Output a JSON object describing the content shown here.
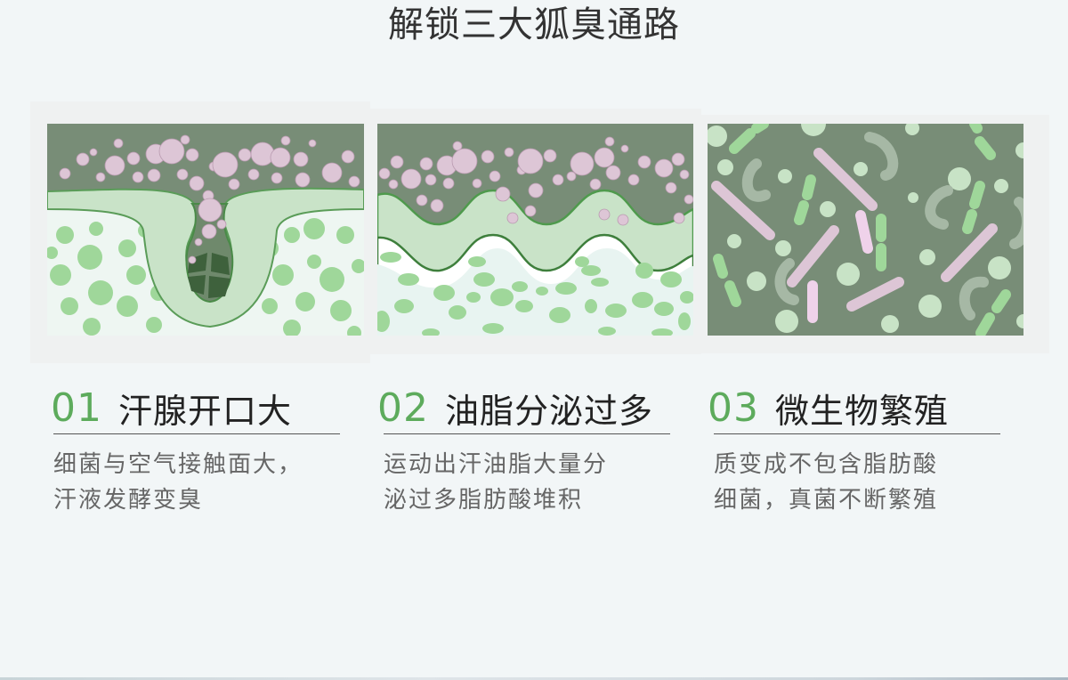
{
  "page": {
    "title": "解锁三大狐臭通路",
    "accent_color": "#5dab5c",
    "background_color": "#f2f6f7"
  },
  "cards": [
    {
      "number": "01",
      "heading": "汗腺开口大",
      "description_lines": [
        "细菌与空气接触面大，",
        "汗液发酵变臭"
      ],
      "illustration": "sweat-gland-pore-illustration"
    },
    {
      "number": "02",
      "heading": "油脂分泌过多",
      "description_lines": [
        "运动出汗油脂大量分",
        "泌过多脂肪酸堆积"
      ],
      "illustration": "sebum-wave-layer-illustration"
    },
    {
      "number": "03",
      "heading": "微生物繁殖",
      "description_lines": [
        "质变成不包含脂肪酸",
        "细菌，真菌不断繁殖"
      ],
      "illustration": "bacteria-microbes-illustration"
    }
  ],
  "illustration_colors": {
    "dark_green": "#788d77",
    "pink_bubble": "#ddc6d6",
    "light_green_layer": "#c9e3c8",
    "cell_green": "#9fd79a",
    "deep_green": "#3e613c",
    "pale_green": "#c8e3c6"
  }
}
